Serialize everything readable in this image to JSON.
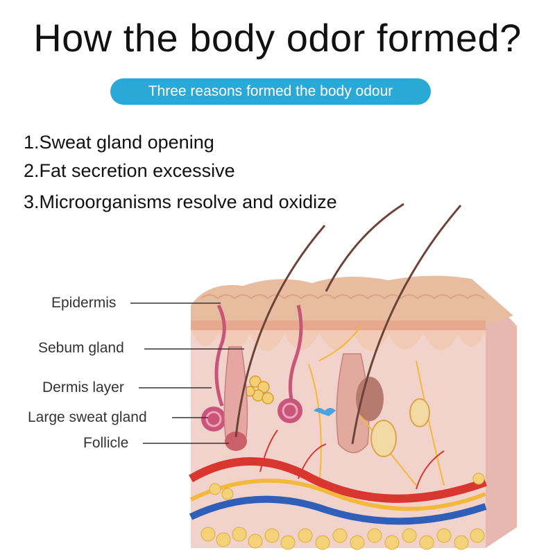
{
  "title": "How the body odor formed?",
  "subtitle": "Three reasons formed the body odour",
  "reasons": [
    "1.Sweat gland opening",
    "2.Fat secretion excessive",
    "3.Microorganisms resolve and oxidize"
  ],
  "labels": {
    "epidermis": "Epidermis",
    "sebum_gland": "Sebum gland",
    "dermis_layer": "Dermis layer",
    "large_sweat_gland": "Large sweat gland",
    "follicle": "Follicle"
  },
  "colors": {
    "accent": "#2aa9d6",
    "skin_surface": "#e9bfa5",
    "dermis": "#f0cfc7",
    "artery": "#d8362f",
    "vein": "#2f5fb8",
    "nerve": "#f2b93b",
    "fat": "#f3d27a"
  }
}
